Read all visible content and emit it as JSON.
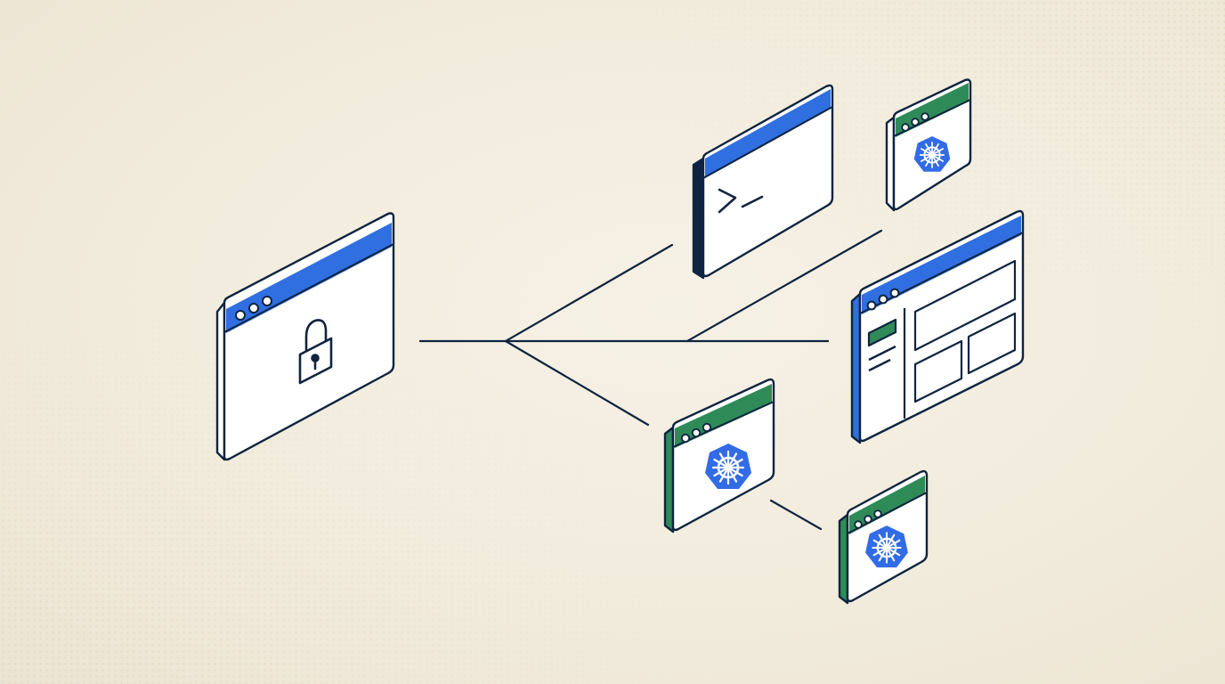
{
  "colors": {
    "background": "#f3eee2",
    "outline": "#0f2440",
    "window_fill": "#ffffff",
    "side_fill": "#ffffff",
    "blue_accent": "#2f6fe0",
    "green_accent": "#2e8b57",
    "kube_blue": "#326ce5",
    "terminal_side": "#0f2440"
  },
  "windows": [
    {
      "id": "vault",
      "icon": "padlock-icon",
      "header": "blue"
    },
    {
      "id": "terminal",
      "icon": "terminal-prompt-icon",
      "header": "blue"
    },
    {
      "id": "dashboard",
      "icon": "dashboard-layout-icon",
      "header": "blue"
    },
    {
      "id": "pod-top",
      "icon": "kubernetes-helm-icon",
      "header": "green"
    },
    {
      "id": "pod-middle",
      "icon": "kubernetes-helm-icon",
      "header": "green"
    },
    {
      "id": "pod-bottom",
      "icon": "kubernetes-helm-icon",
      "header": "green"
    }
  ]
}
